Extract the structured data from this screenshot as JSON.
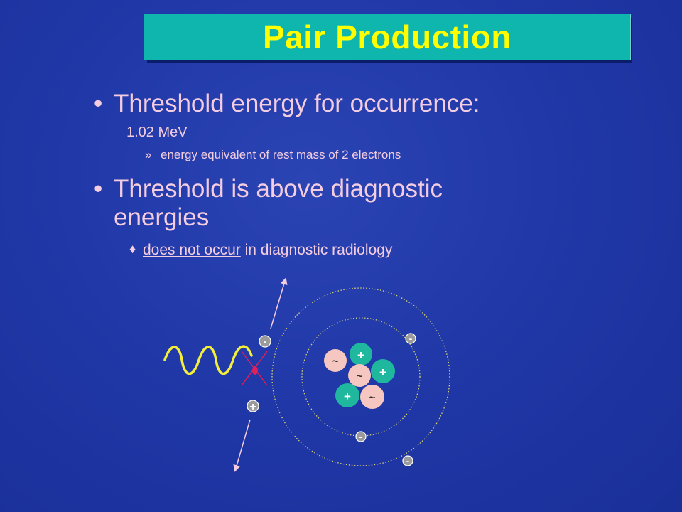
{
  "slide": {
    "title": "Pair Production",
    "bullet1": "Threshold energy for occurrence:",
    "bullet1_sub": "1.02 MeV",
    "bullet1_subsub_marker": "»",
    "bullet1_subsub": "energy equivalent of rest mass of 2 electrons",
    "bullet2_line1": "Threshold is above diagnostic",
    "bullet2_line2": "energies",
    "bullet2_sub_marker": "♦",
    "bullet2_sub_underlined": "does not occur",
    "bullet2_sub_rest": " in diagnostic radiology"
  },
  "diagram": {
    "electron_label": "-",
    "positron_label": "+",
    "proton_label": "+",
    "neutron_label": "~",
    "colors": {
      "background": "#2038a8",
      "title_box": "#0fb6ad",
      "title_text": "#ffff00",
      "body_text": "#f4cde0",
      "photon_wave": "#f2ee3a",
      "orbit": "#d8d070",
      "proton": "#1fb89e",
      "neutron": "#f6c6c0"
    }
  }
}
